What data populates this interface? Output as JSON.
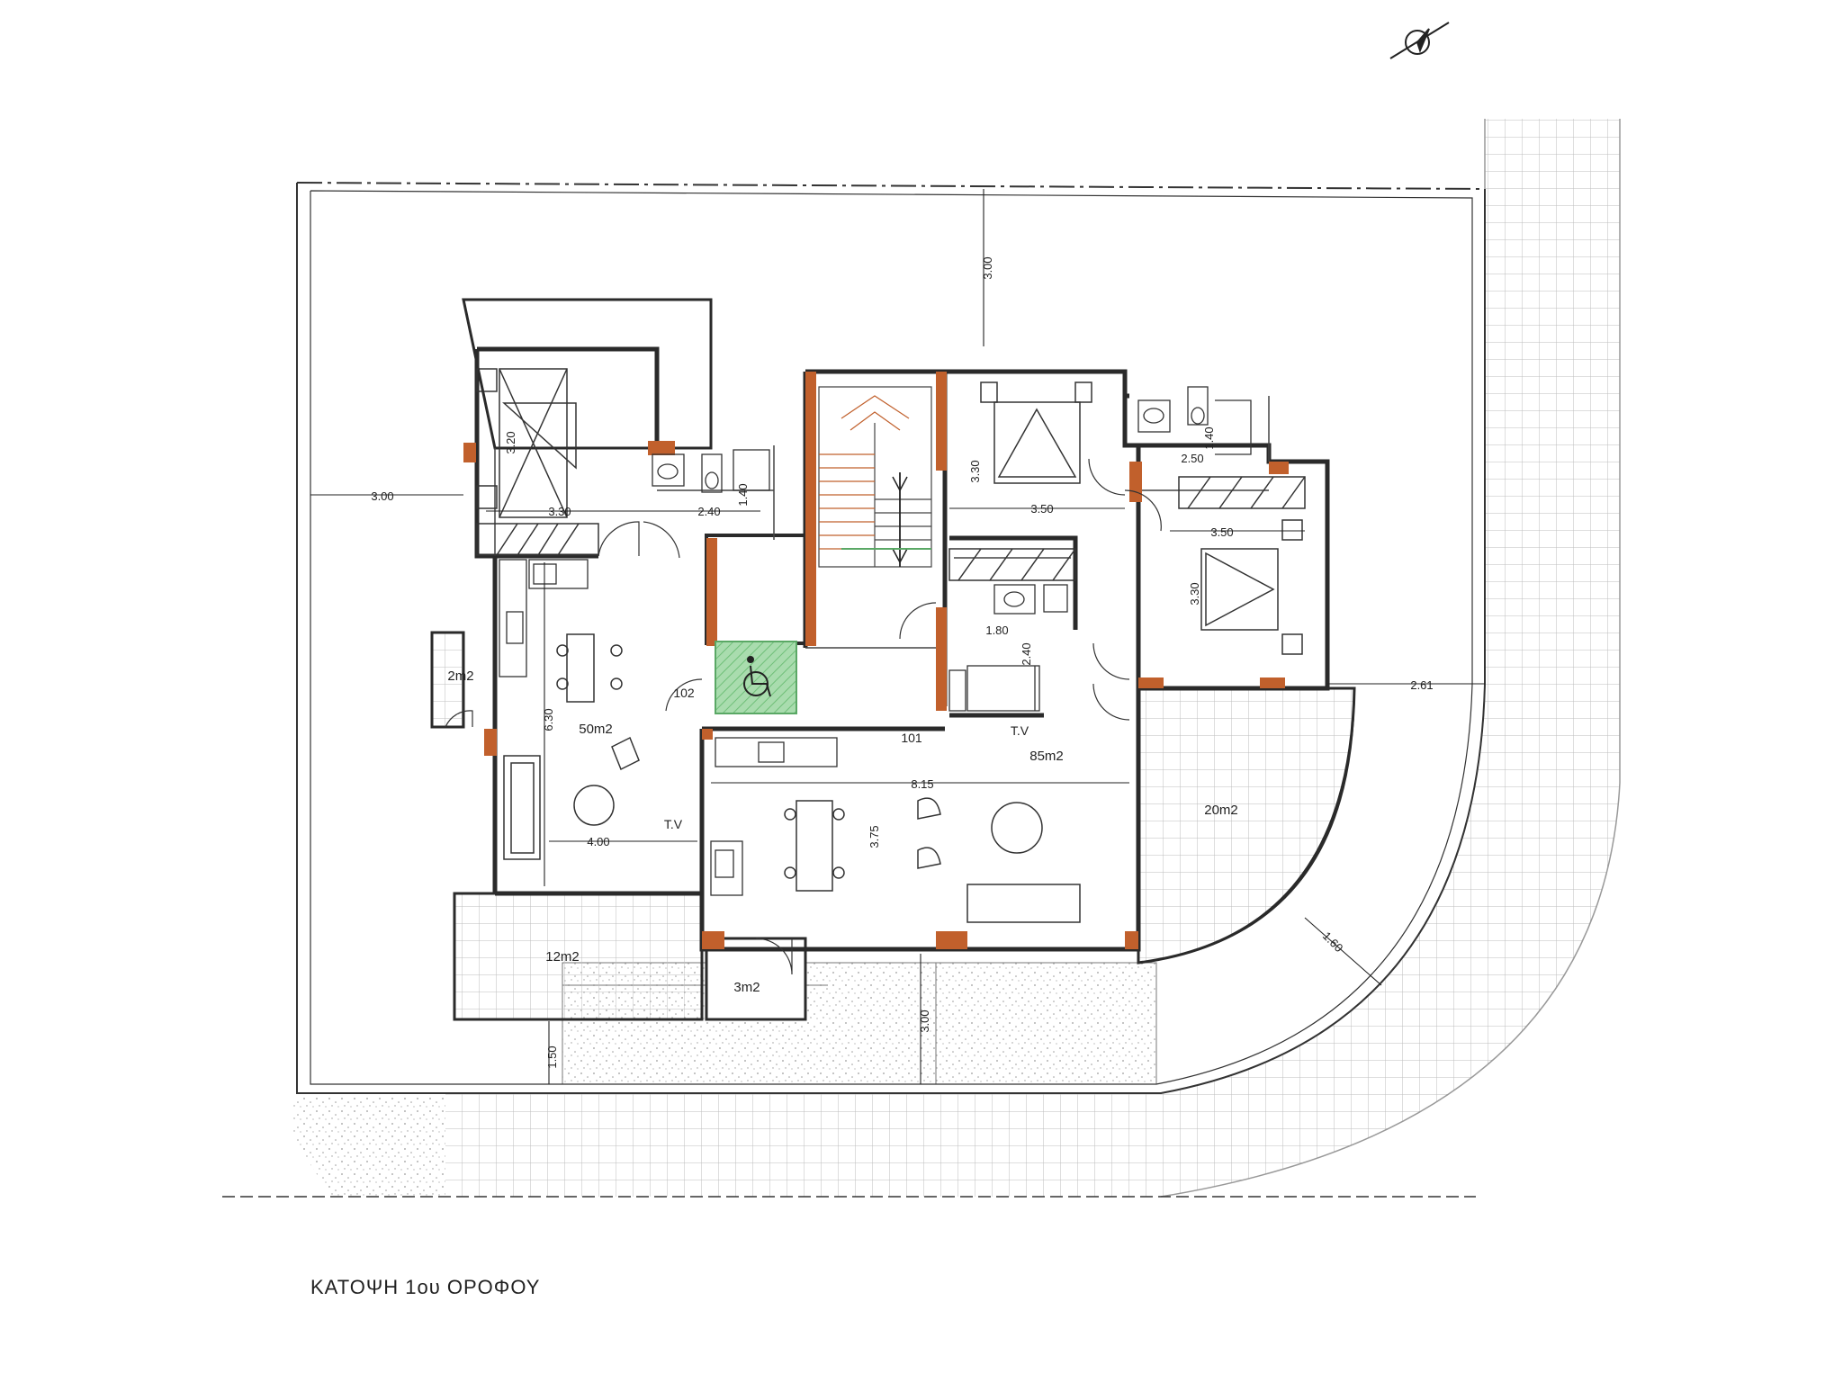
{
  "title": "ΚΑΤΟΨΗ 1ου ΟΡΟΦΟΥ",
  "colors": {
    "wall": "#2a2a2a",
    "column": "#c1602c",
    "accessible": "#9ed6a3",
    "hatch": "#b9b9b9"
  },
  "icons": {
    "north_arrow": "north-arrow-icon",
    "accessible_lift": "wheelchair-icon"
  },
  "areas": {
    "balcony_left_small": "2m2",
    "apartment_102": "50m2",
    "apartment_101": "85m2",
    "balcony_right": "20m2",
    "balcony_left_bottom": "12m2",
    "balcony_bottom_small": "3m2"
  },
  "apartments": {
    "a102": "102",
    "a101": "101"
  },
  "tv": {
    "left": "T.V",
    "right": "T.V"
  },
  "dimensions": {
    "top_setback": "3.00",
    "left_setback": "3.00",
    "right_setback": "2.61",
    "bottom_setback_mid": "3.00",
    "bottom_setback_left": "1.50",
    "curve_setback": "1.60",
    "bed1_h": "3.20",
    "bed1_w": "3.30",
    "bath1_w": "2.40",
    "bath1_h": "1.40",
    "living102_h": "6.30",
    "living102_w": "4.00",
    "bed2_h": "3.30",
    "bed2_w": "3.50",
    "bath2_w": "2.50",
    "bath2_h": "1.40",
    "bed3_w": "3.50",
    "bed3_h": "3.30",
    "bath3_w": "1.80",
    "bath3_h": "2.40",
    "living101_w": "8.15",
    "kitchen101_h": "3.75"
  }
}
